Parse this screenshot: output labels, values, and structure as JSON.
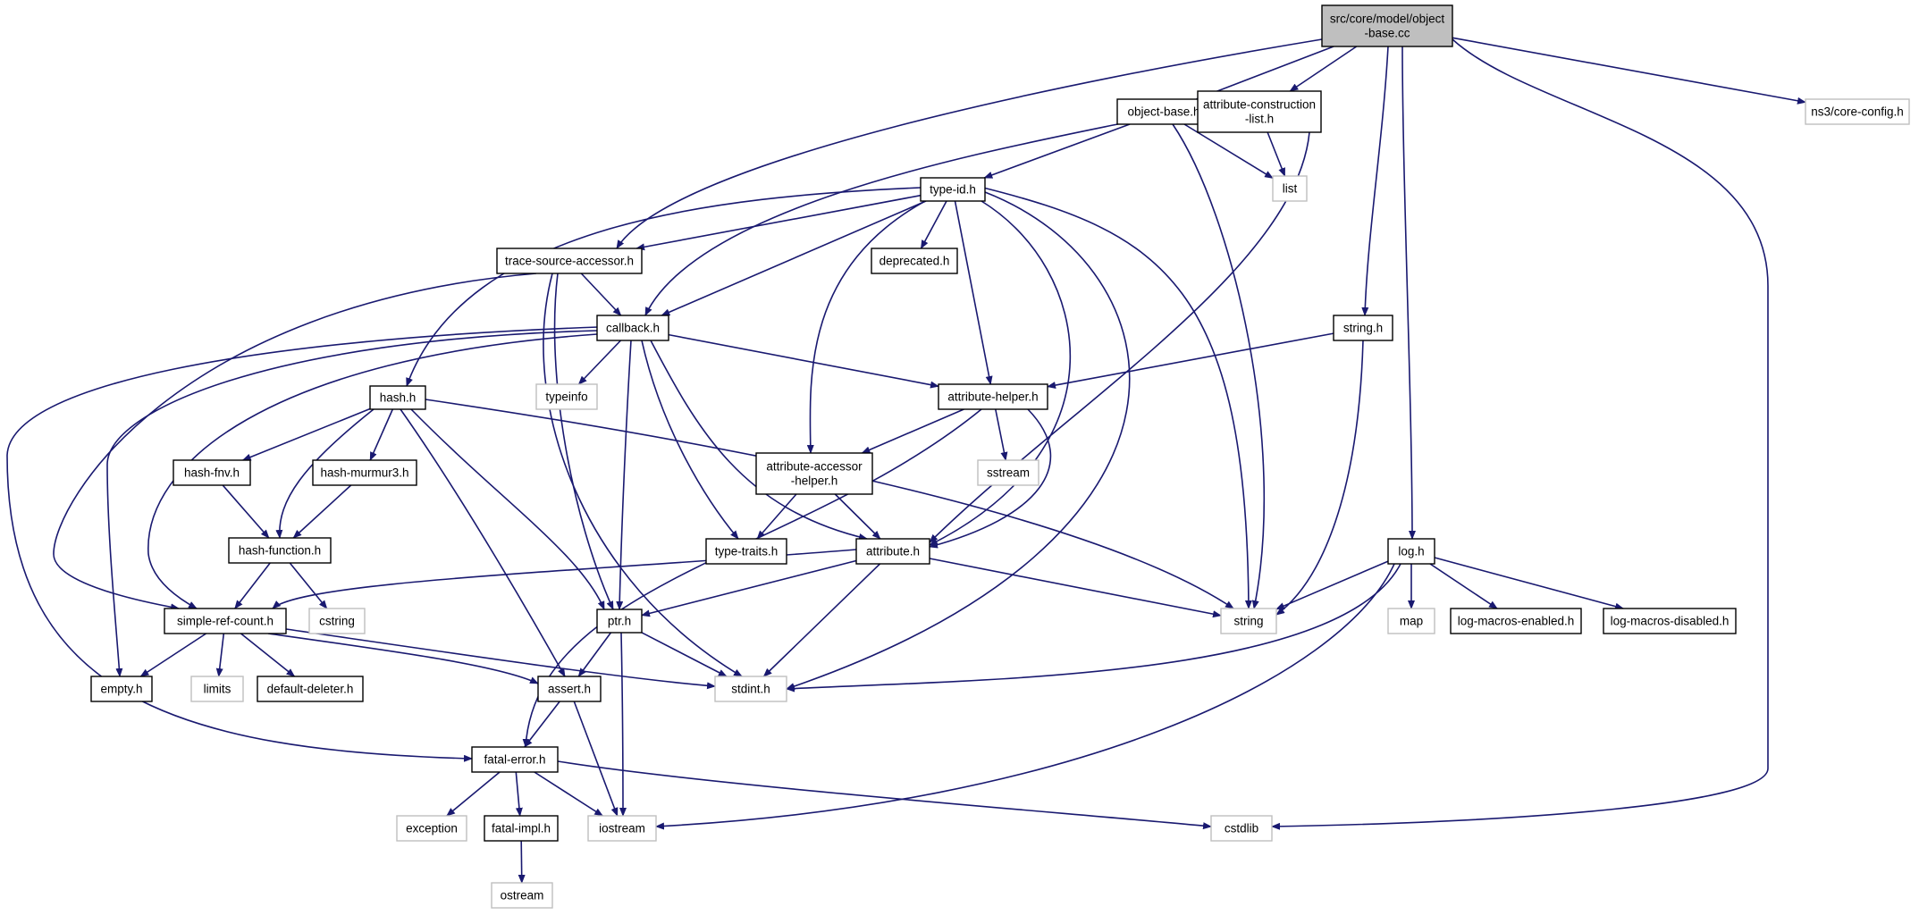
{
  "diagram": {
    "colors": {
      "edge": "#191970",
      "root_fill": "#bfbfbf",
      "local_border": "#000000",
      "external_border": "#bfbfbf"
    },
    "nodes": [
      {
        "id": "object-base-cc",
        "lines": [
          "src/core/model/object",
          "-base.cc"
        ],
        "kind": "root"
      },
      {
        "id": "object-base-h",
        "lines": [
          "object-base.h"
        ],
        "kind": "local"
      },
      {
        "id": "attribute-construction-list-h",
        "lines": [
          "attribute-construction",
          "-list.h"
        ],
        "kind": "local"
      },
      {
        "id": "ns3-core-config-h",
        "lines": [
          "ns3/core-config.h"
        ],
        "kind": "external"
      },
      {
        "id": "list",
        "lines": [
          "list"
        ],
        "kind": "external"
      },
      {
        "id": "type-id-h",
        "lines": [
          "type-id.h"
        ],
        "kind": "local"
      },
      {
        "id": "trace-source-accessor-h",
        "lines": [
          "trace-source-accessor.h"
        ],
        "kind": "local"
      },
      {
        "id": "deprecated-h",
        "lines": [
          "deprecated.h"
        ],
        "kind": "local"
      },
      {
        "id": "callback-h",
        "lines": [
          "callback.h"
        ],
        "kind": "local"
      },
      {
        "id": "string-h",
        "lines": [
          "string.h"
        ],
        "kind": "local"
      },
      {
        "id": "typeinfo",
        "lines": [
          "typeinfo"
        ],
        "kind": "external"
      },
      {
        "id": "hash-h",
        "lines": [
          "hash.h"
        ],
        "kind": "local"
      },
      {
        "id": "attribute-helper-h",
        "lines": [
          "attribute-helper.h"
        ],
        "kind": "local"
      },
      {
        "id": "hash-fnv-h",
        "lines": [
          "hash-fnv.h"
        ],
        "kind": "local"
      },
      {
        "id": "hash-murmur3-h",
        "lines": [
          "hash-murmur3.h"
        ],
        "kind": "local"
      },
      {
        "id": "attribute-accessor-helper-h",
        "lines": [
          "attribute-accessor",
          "-helper.h"
        ],
        "kind": "local"
      },
      {
        "id": "sstream",
        "lines": [
          "sstream"
        ],
        "kind": "external"
      },
      {
        "id": "hash-function-h",
        "lines": [
          "hash-function.h"
        ],
        "kind": "local"
      },
      {
        "id": "type-traits-h",
        "lines": [
          "type-traits.h"
        ],
        "kind": "local"
      },
      {
        "id": "attribute-h",
        "lines": [
          "attribute.h"
        ],
        "kind": "local"
      },
      {
        "id": "log-h",
        "lines": [
          "log.h"
        ],
        "kind": "local"
      },
      {
        "id": "simple-ref-count-h",
        "lines": [
          "simple-ref-count.h"
        ],
        "kind": "local"
      },
      {
        "id": "cstring",
        "lines": [
          "cstring"
        ],
        "kind": "external"
      },
      {
        "id": "ptr-h",
        "lines": [
          "ptr.h"
        ],
        "kind": "local"
      },
      {
        "id": "string",
        "lines": [
          "string"
        ],
        "kind": "external"
      },
      {
        "id": "map",
        "lines": [
          "map"
        ],
        "kind": "external"
      },
      {
        "id": "log-macros-enabled-h",
        "lines": [
          "log-macros-enabled.h"
        ],
        "kind": "local"
      },
      {
        "id": "log-macros-disabled-h",
        "lines": [
          "log-macros-disabled.h"
        ],
        "kind": "local"
      },
      {
        "id": "empty-h",
        "lines": [
          "empty.h"
        ],
        "kind": "local"
      },
      {
        "id": "limits",
        "lines": [
          "limits"
        ],
        "kind": "external"
      },
      {
        "id": "default-deleter-h",
        "lines": [
          "default-deleter.h"
        ],
        "kind": "local"
      },
      {
        "id": "stdint-h",
        "lines": [
          "stdint.h"
        ],
        "kind": "external"
      },
      {
        "id": "assert-h",
        "lines": [
          "assert.h"
        ],
        "kind": "local"
      },
      {
        "id": "fatal-error-h",
        "lines": [
          "fatal-error.h"
        ],
        "kind": "local"
      },
      {
        "id": "exception",
        "lines": [
          "exception"
        ],
        "kind": "external"
      },
      {
        "id": "fatal-impl-h",
        "lines": [
          "fatal-impl.h"
        ],
        "kind": "local"
      },
      {
        "id": "iostream",
        "lines": [
          "iostream"
        ],
        "kind": "external"
      },
      {
        "id": "cstdlib",
        "lines": [
          "cstdlib"
        ],
        "kind": "external"
      },
      {
        "id": "ostream",
        "lines": [
          "ostream"
        ],
        "kind": "external"
      }
    ],
    "edges": [
      [
        "object-base-cc",
        "object-base-h"
      ],
      [
        "object-base-cc",
        "attribute-construction-list-h"
      ],
      [
        "object-base-cc",
        "ns3-core-config-h"
      ],
      [
        "object-base-cc",
        "trace-source-accessor-h"
      ],
      [
        "object-base-cc",
        "string-h"
      ],
      [
        "object-base-cc",
        "log-h"
      ],
      [
        "object-base-cc",
        "cstdlib"
      ],
      [
        "object-base-h",
        "type-id-h"
      ],
      [
        "object-base-h",
        "callback-h"
      ],
      [
        "object-base-h",
        "list"
      ],
      [
        "object-base-h",
        "string"
      ],
      [
        "attribute-construction-list-h",
        "list"
      ],
      [
        "attribute-construction-list-h",
        "attribute-h"
      ],
      [
        "type-id-h",
        "trace-source-accessor-h"
      ],
      [
        "type-id-h",
        "deprecated-h"
      ],
      [
        "type-id-h",
        "callback-h"
      ],
      [
        "type-id-h",
        "hash-h"
      ],
      [
        "type-id-h",
        "attribute-helper-h"
      ],
      [
        "type-id-h",
        "attribute-accessor-helper-h"
      ],
      [
        "type-id-h",
        "attribute-h"
      ],
      [
        "type-id-h",
        "string"
      ],
      [
        "type-id-h",
        "stdint-h"
      ],
      [
        "trace-source-accessor-h",
        "callback-h"
      ],
      [
        "trace-source-accessor-h",
        "simple-ref-count-h"
      ],
      [
        "trace-source-accessor-h",
        "ptr-h"
      ],
      [
        "trace-source-accessor-h",
        "stdint-h"
      ],
      [
        "callback-h",
        "typeinfo"
      ],
      [
        "callback-h",
        "attribute-helper-h"
      ],
      [
        "callback-h",
        "type-traits-h"
      ],
      [
        "callback-h",
        "attribute-h"
      ],
      [
        "callback-h",
        "ptr-h"
      ],
      [
        "callback-h",
        "simple-ref-count-h"
      ],
      [
        "callback-h",
        "empty-h"
      ],
      [
        "callback-h",
        "fatal-error-h"
      ],
      [
        "string-h",
        "attribute-helper-h"
      ],
      [
        "string-h",
        "string"
      ],
      [
        "hash-h",
        "hash-fnv-h"
      ],
      [
        "hash-h",
        "hash-murmur3-h"
      ],
      [
        "hash-h",
        "hash-function-h"
      ],
      [
        "hash-h",
        "string"
      ],
      [
        "hash-h",
        "ptr-h"
      ],
      [
        "hash-h",
        "assert-h"
      ],
      [
        "attribute-helper-h",
        "attribute-accessor-helper-h"
      ],
      [
        "attribute-helper-h",
        "sstream"
      ],
      [
        "attribute-helper-h",
        "attribute-h"
      ],
      [
        "attribute-helper-h",
        "fatal-error-h"
      ],
      [
        "hash-fnv-h",
        "hash-function-h"
      ],
      [
        "hash-murmur3-h",
        "hash-function-h"
      ],
      [
        "attribute-accessor-helper-h",
        "type-traits-h"
      ],
      [
        "attribute-accessor-helper-h",
        "attribute-h"
      ],
      [
        "hash-function-h",
        "simple-ref-count-h"
      ],
      [
        "hash-function-h",
        "cstring"
      ],
      [
        "attribute-h",
        "simple-ref-count-h"
      ],
      [
        "attribute-h",
        "ptr-h"
      ],
      [
        "attribute-h",
        "string"
      ],
      [
        "attribute-h",
        "stdint-h"
      ],
      [
        "simple-ref-count-h",
        "empty-h"
      ],
      [
        "simple-ref-count-h",
        "limits"
      ],
      [
        "simple-ref-count-h",
        "default-deleter-h"
      ],
      [
        "simple-ref-count-h",
        "assert-h"
      ],
      [
        "simple-ref-count-h",
        "stdint-h"
      ],
      [
        "ptr-h",
        "assert-h"
      ],
      [
        "ptr-h",
        "stdint-h"
      ],
      [
        "ptr-h",
        "iostream"
      ],
      [
        "log-h",
        "string"
      ],
      [
        "log-h",
        "map"
      ],
      [
        "log-h",
        "log-macros-enabled-h"
      ],
      [
        "log-h",
        "log-macros-disabled-h"
      ],
      [
        "log-h",
        "stdint-h"
      ],
      [
        "log-h",
        "iostream"
      ],
      [
        "assert-h",
        "fatal-error-h"
      ],
      [
        "assert-h",
        "iostream"
      ],
      [
        "fatal-error-h",
        "exception"
      ],
      [
        "fatal-error-h",
        "fatal-impl-h"
      ],
      [
        "fatal-error-h",
        "iostream"
      ],
      [
        "fatal-error-h",
        "cstdlib"
      ],
      [
        "fatal-impl-h",
        "ostream"
      ]
    ]
  }
}
